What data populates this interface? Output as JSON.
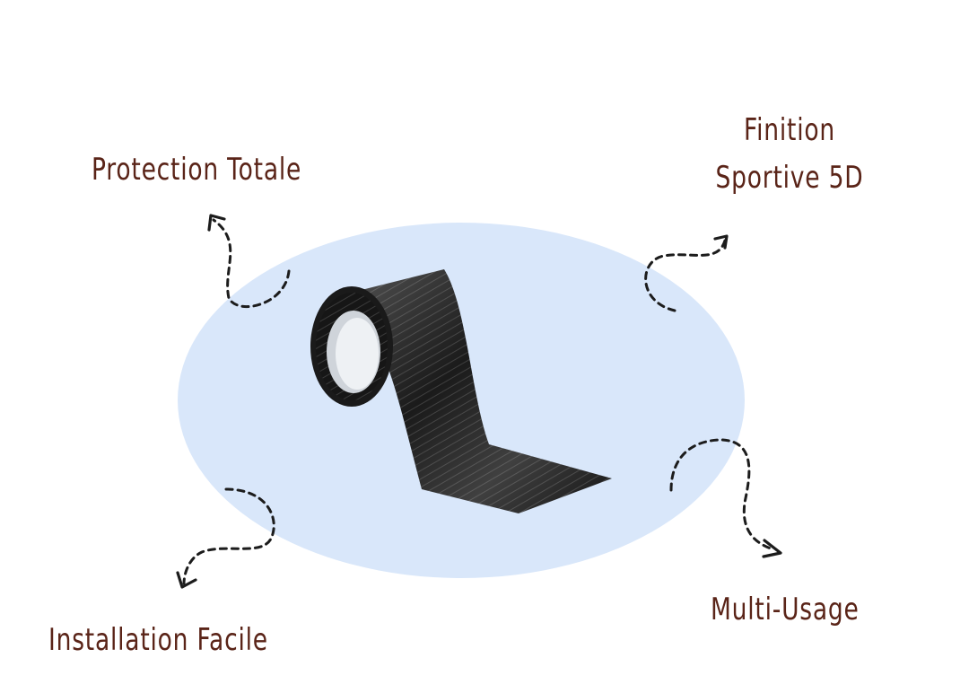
{
  "colors": {
    "text": "#5a2418",
    "blob": "#d9e7fa",
    "arrow": "#1c1c1c",
    "roll": "#1a1a1a",
    "core": "#dfe3e8"
  },
  "product": {
    "name": "carbon-fiber-tape-roll"
  },
  "features": {
    "protection": "Protection Totale",
    "finition_line1": "Finition",
    "finition_line2": "Sportive 5D",
    "multi_usage": "Multi-Usage",
    "installation": "Installation Facile"
  },
  "icons": {
    "arrow": "dashed-curved-arrow-icon"
  }
}
